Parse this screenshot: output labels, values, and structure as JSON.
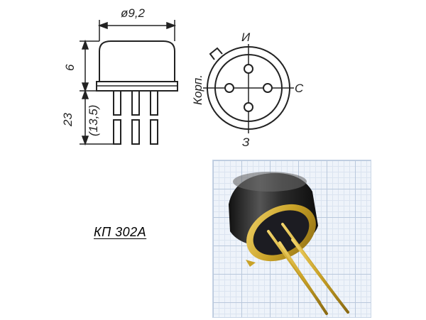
{
  "dimensions": {
    "diameter": "ø9,2",
    "body_height": "6",
    "lead_length": "23",
    "lead_length_alt": "(13,5)"
  },
  "pin_labels": {
    "top": "И",
    "right": "С",
    "bottom": "З",
    "left": "Корп."
  },
  "part_number": "КП 302А",
  "colors": {
    "line": "#222222",
    "can": "#2a2a2a",
    "gold": "#c9a227",
    "grid": "#b9c8dc"
  }
}
